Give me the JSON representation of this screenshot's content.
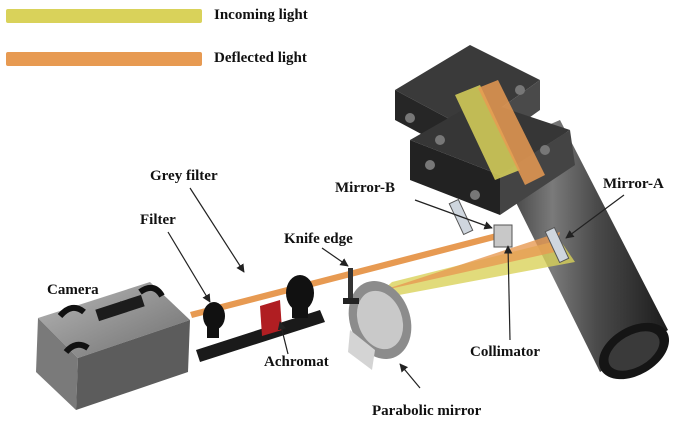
{
  "legend": {
    "incoming": {
      "label": "Incoming light",
      "color": "#d9d25a"
    },
    "deflected": {
      "label": "Deflected light",
      "color": "#e79a52"
    }
  },
  "labels": {
    "mirror_a": "Mirror-A",
    "mirror_b": "Mirror-B",
    "grey_filter": "Grey filter",
    "filter": "Filter",
    "knife_edge": "Knife edge",
    "camera": "Camera",
    "achromat": "Achromat",
    "collimator": "Collimator",
    "parabolic_mirror": "Parabolic mirror"
  }
}
